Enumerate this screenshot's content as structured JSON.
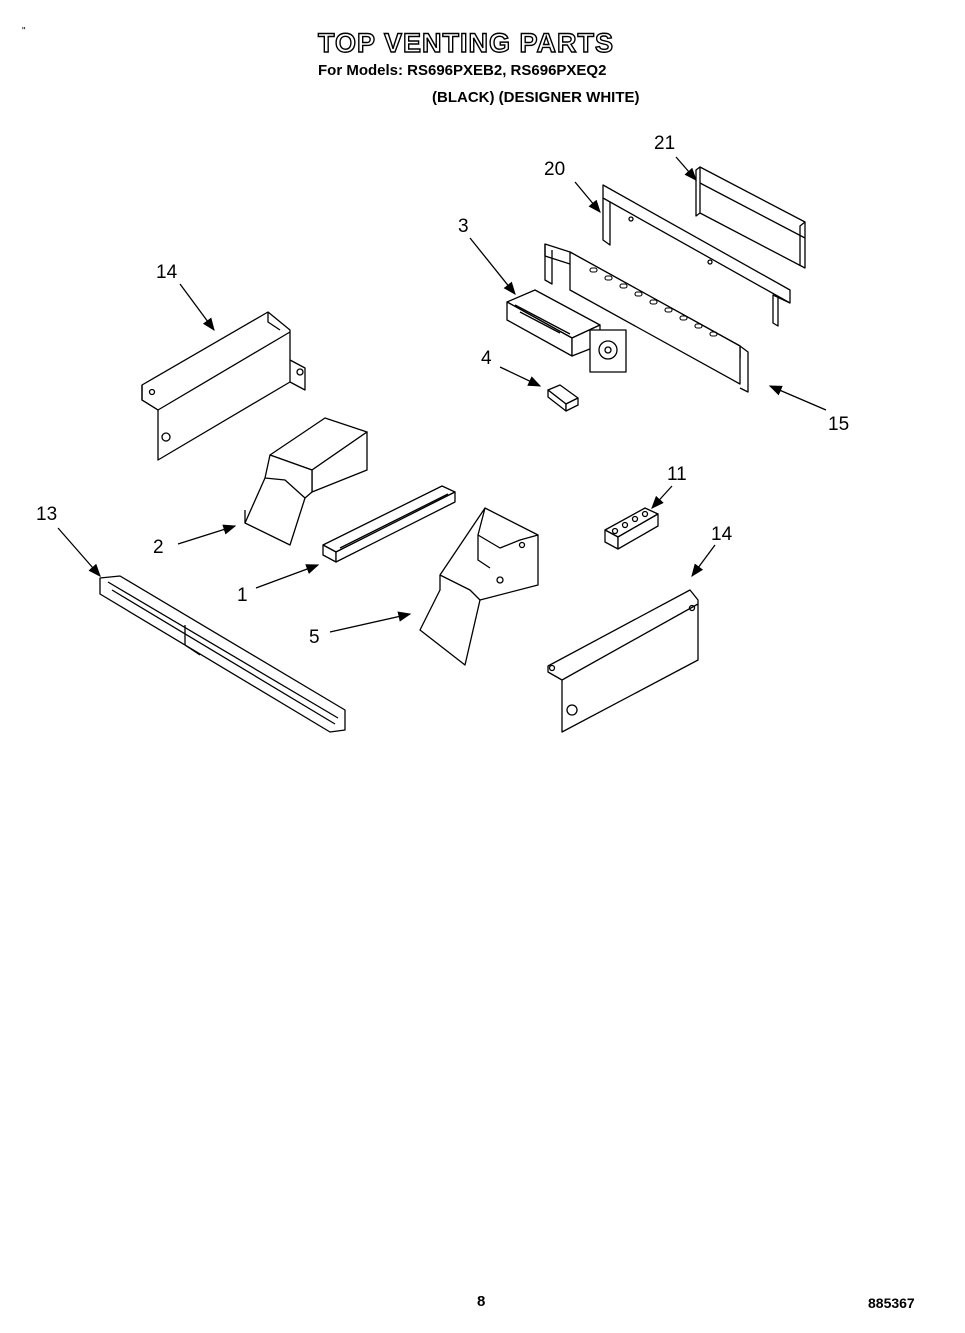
{
  "header": {
    "title": "TOP VENTING PARTS",
    "models": "For Models: RS696PXEB2, RS696PXEQ2",
    "colors": "(BLACK)  (DESIGNER WHITE)",
    "corner_mark": "\""
  },
  "callouts": {
    "c21": "21",
    "c20": "20",
    "c3": "3",
    "c14a": "14",
    "c4": "4",
    "c15": "15",
    "c11": "11",
    "c13": "13",
    "c2": "2",
    "c14b": "14",
    "c1": "1",
    "c5": "5"
  },
  "footer": {
    "page_number": "8",
    "doc_code": "885367"
  }
}
